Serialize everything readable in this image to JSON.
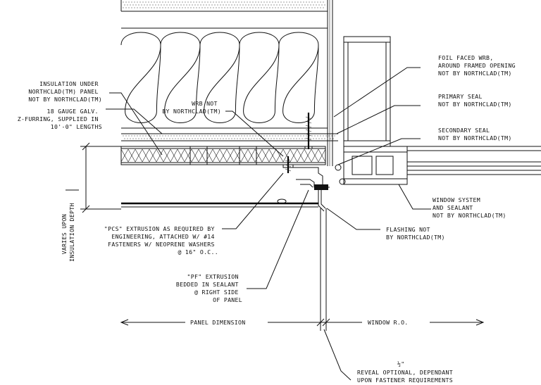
{
  "labels": {
    "insulation_under": [
      "INSULATION UNDER",
      "NORTHCLAD(TM) PANEL",
      "NOT BY NORTHCLAD(TM)"
    ],
    "z_furring": [
      "18 GAUGE GALV.",
      "Z-FURRING, SUPPLIED IN",
      "10'-0\" LENGTHS"
    ],
    "wrb": [
      "WRB NOT",
      "BY NORTHCLAD(TM)"
    ],
    "foil_wrb": [
      "FOIL FACED WRB,",
      "AROUND FRAMED OPENING",
      "NOT BY NORTHCLAD(TM)"
    ],
    "primary_seal": [
      "PRIMARY SEAL",
      "NOT BY NORTHCLAD(TM)"
    ],
    "secondary_seal": [
      "SECONDARY SEAL",
      "NOT BY NORTHCLAD(TM)"
    ],
    "window_system": [
      "WINDOW SYSTEM",
      "AND SEALANT",
      "NOT BY NORTHCLAD(TM)"
    ],
    "flashing": [
      "FLASHING NOT",
      "BY NORTHCLAD(TM)"
    ],
    "pcs": [
      "\"PCS\" EXTRUSION AS REQUIRED BY",
      "ENGINEERING, ATTACHED W/ #14",
      "FASTENERS W/ NEOPRENE WASHERS",
      "@ 16\" O.C.."
    ],
    "pf": [
      "\"PF\" EXTRUSION",
      "BEDDED IN SEALANT",
      "@ RIGHT SIDE",
      "OF PANEL"
    ],
    "varies": [
      "VARIES UPON",
      "INSULATION DEPTH"
    ],
    "panel_dimension": "PANEL DIMENSION",
    "window_ro": "WINDOW R.O.",
    "half": "½\"",
    "reveal": [
      "REVEAL OPTIONAL, DEPENDANT",
      "UPON FASTENER REQUIREMENTS"
    ]
  }
}
